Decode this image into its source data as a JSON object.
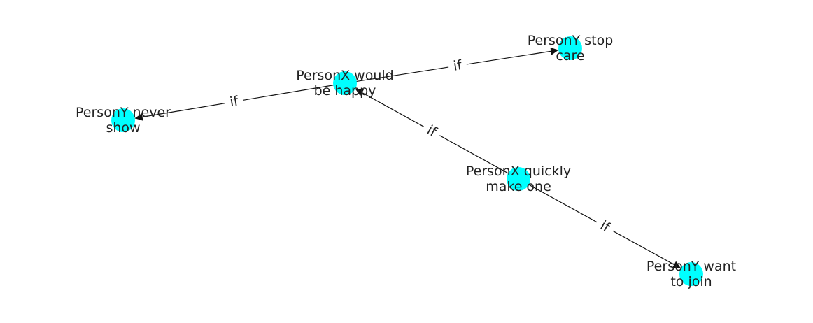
{
  "colors": {
    "node": "#00ffff",
    "edge": "#111111",
    "text": "#222222",
    "background": "#ffffff"
  },
  "nodes": [
    {
      "id": "n1",
      "label_lines": [
        "PersonX would",
        "be happy"
      ]
    },
    {
      "id": "n2",
      "label_lines": [
        "PersonY stop",
        "care"
      ]
    },
    {
      "id": "n3",
      "label_lines": [
        "PersonY never",
        "show"
      ]
    },
    {
      "id": "n4",
      "label_lines": [
        "PersonX quickly",
        "make one"
      ]
    },
    {
      "id": "n5",
      "label_lines": [
        "PersonY want",
        "to join"
      ]
    }
  ],
  "edges": [
    {
      "id": "e1",
      "from": "n1",
      "to": "n2",
      "label": "if"
    },
    {
      "id": "e2",
      "from": "n1",
      "to": "n3",
      "label": "if"
    },
    {
      "id": "e3",
      "from": "n4",
      "to": "n1",
      "label": "if"
    },
    {
      "id": "e4",
      "from": "n4",
      "to": "n5",
      "label": "if"
    }
  ]
}
